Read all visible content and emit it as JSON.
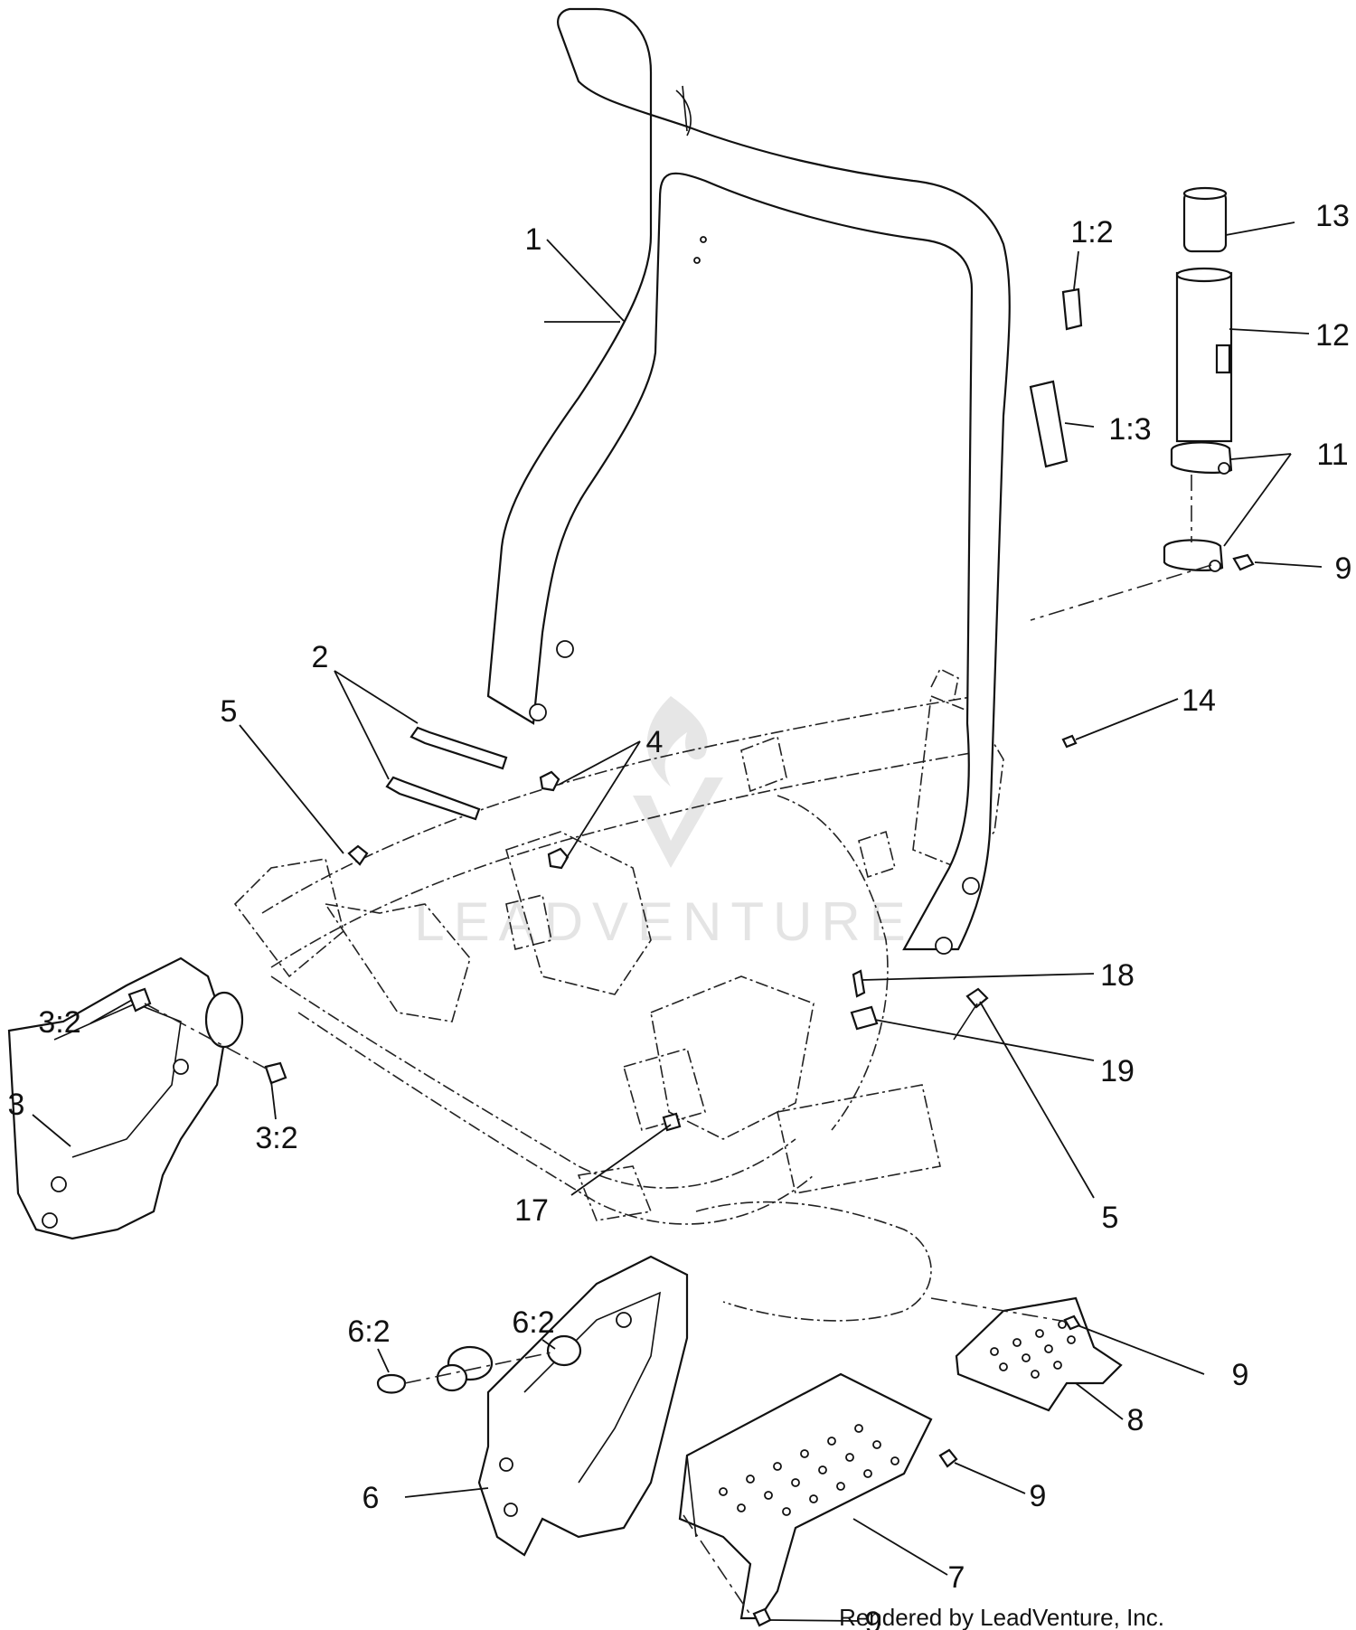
{
  "callouts": {
    "c1": "1",
    "c1_2": "1:2",
    "c1_3": "1:3",
    "c2": "2",
    "c3": "3",
    "c3_2a": "3:2",
    "c3_2b": "3:2",
    "c4": "4",
    "c5a": "5",
    "c5b": "5",
    "c6": "6",
    "c6_2a": "6:2",
    "c6_2b": "6:2",
    "c7": "7",
    "c8": "8",
    "c9a": "9",
    "c9b": "9",
    "c9c": "9",
    "c9d": "9",
    "c11": "11",
    "c12": "12",
    "c13": "13",
    "c14": "14",
    "c17": "17",
    "c18": "18",
    "c19": "19"
  },
  "credit": "Rendered by LeadVenture, Inc.",
  "watermark": {
    "text": "LEADVENTURE",
    "logo": "leadventure-flame-logo"
  },
  "colors": {
    "line": "#111111",
    "watermark": "#e6e6e6",
    "background": "#ffffff"
  }
}
